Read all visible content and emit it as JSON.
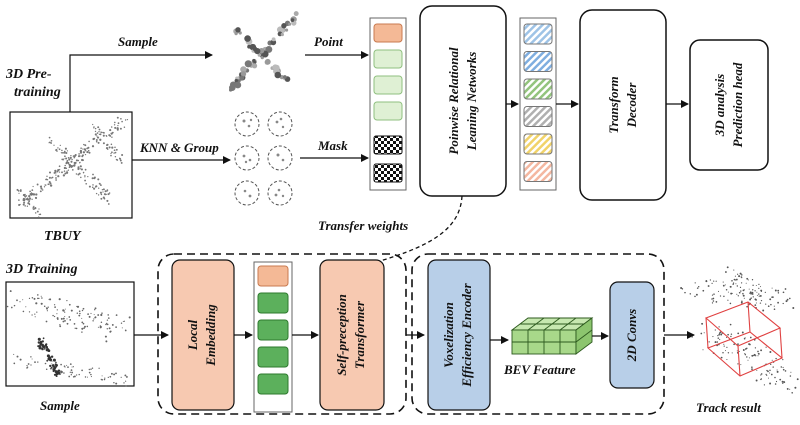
{
  "labels": {
    "pretraining_line1": "3D Pre-",
    "pretraining_line2": "training",
    "sample_top": "Sample",
    "knn_group": "KNN & Group",
    "point": "Point",
    "mask": "Mask",
    "tbuy": "TBUY",
    "pointwise_line1": "Poinwise Relational",
    "pointwise_line2": "Leaning Networks",
    "transform_line1": "Transform",
    "transform_line2": "Decoder",
    "analysis_line1": "3D analysis",
    "analysis_line2": "Prediction head",
    "transfer_weights": "Transfer weights",
    "training": "3D Training",
    "sample_bottom": "Sample",
    "local_line1": "Local",
    "local_line2": "Embedding",
    "selfperception_line1": "Self-preception",
    "selfperception_line2": "Transformer",
    "voxel_line1": "Voxelization",
    "voxel_line2": "Efficiency Encoder",
    "bev_feature": "BEV Feature",
    "convs": "2D Convs",
    "track_result": "Track result"
  },
  "colors": {
    "orange_fill": "#f4b996",
    "green_fill": "#dff0d4",
    "green_dark": "#5cb05c",
    "salmon_block": "#f7c9b1",
    "blue_block": "#b8cfe8",
    "bev_green": "#a8d88a",
    "red_box": "#e04040"
  },
  "token_stripes": [
    "#9ec3e6",
    "#7faee0",
    "#93c47d",
    "#b0b0b0",
    "#f1d36a",
    "#f4b7a0"
  ]
}
